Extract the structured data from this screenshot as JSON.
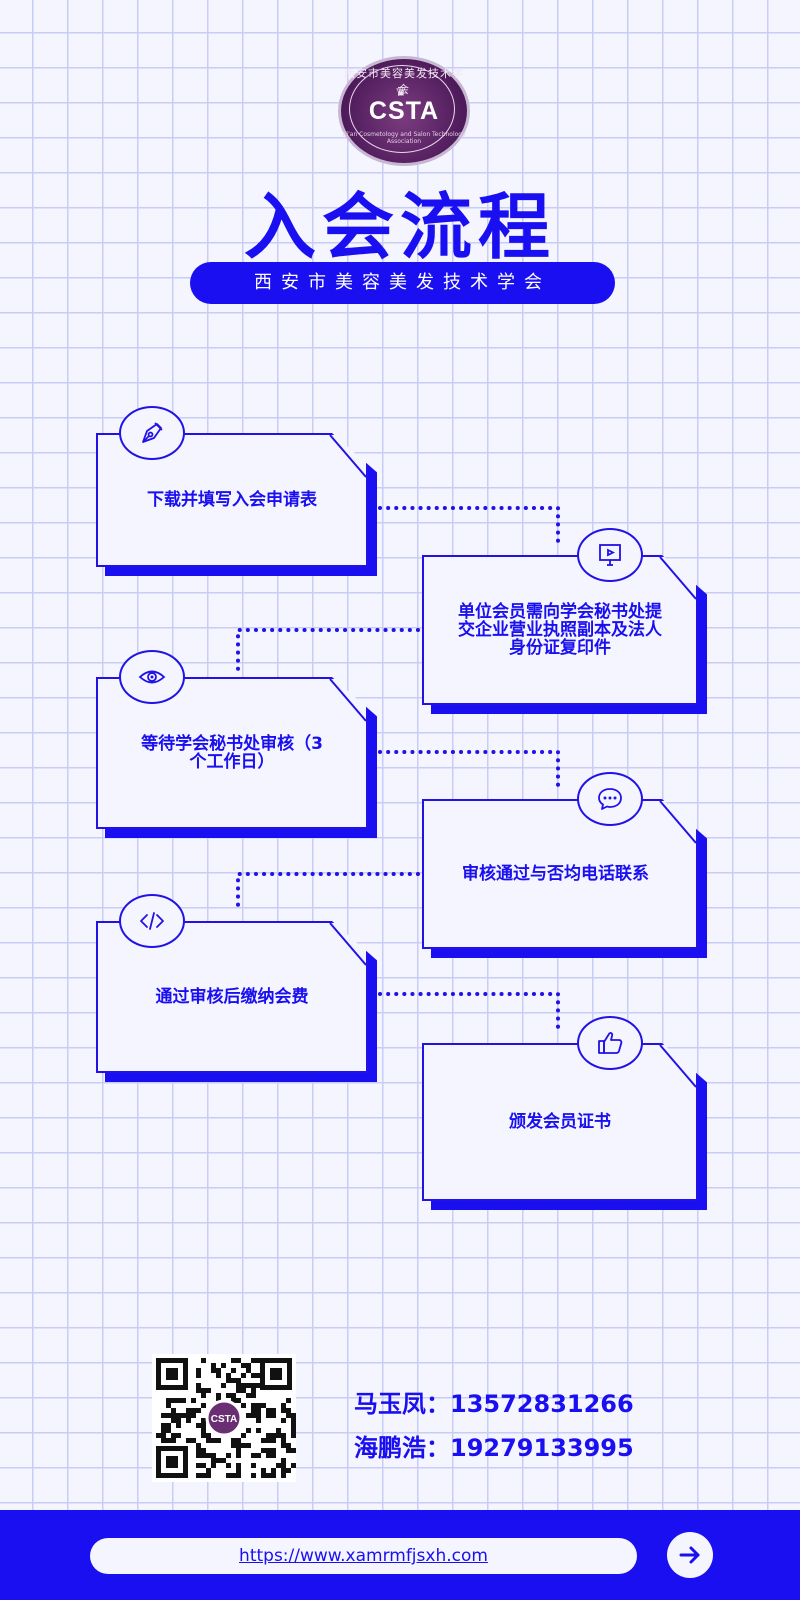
{
  "header": {
    "logo_text": "CSTA",
    "logo_arc_text": "西安市美容美发技术学会",
    "logo_sub_text": "Xi'an Cosmetology and Salon Technology Association",
    "title": "入会流程",
    "subtitle": "西安市美容美发技术学会"
  },
  "steps": [
    {
      "text": "下载并填写入会申请表",
      "icon": "pen-nib-icon"
    },
    {
      "text": "单位会员需向学会秘书处提交企业营业执照副本及法人身份证复印件",
      "icon": "presentation-icon"
    },
    {
      "text": "等待学会秘书处审核（3个工作日）",
      "icon": "eye-icon"
    },
    {
      "text": "审核通过与否均电话联系",
      "icon": "chat-bubble-icon"
    },
    {
      "text": "通过审核后缴纳会费",
      "icon": "code-icon"
    },
    {
      "text": "颁发会员证书",
      "icon": "thumbs-up-icon"
    }
  ],
  "contacts": [
    {
      "label": "马玉凤：13572831266"
    },
    {
      "label": "海鹏浩：19279133995"
    }
  ],
  "footer": {
    "url": "https://www.xamrmfjsxh.com",
    "button_icon": "arrow-right-icon"
  },
  "colors": {
    "accent": "#1a0ff0",
    "background": "#f4f5ff",
    "grid": "#c9cdf6"
  }
}
